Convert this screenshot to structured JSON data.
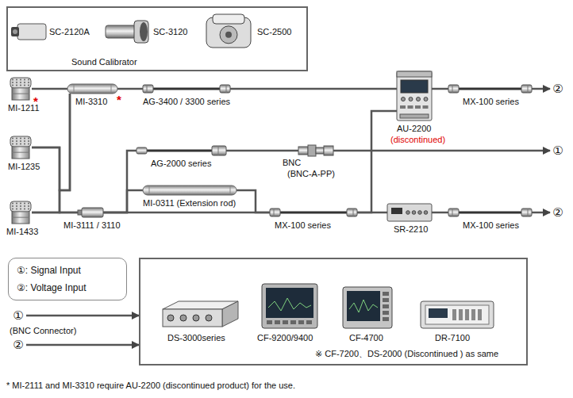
{
  "diagram": {
    "nodes": [
      {
        "text": [
          "Sound Calibrator"
        ]
      },
      {
        "text": [
          "SC-2120A"
        ],
        "in": 0
      },
      {
        "text": [
          "SC-3120"
        ],
        "in": 0
      },
      {
        "text": [
          "SC-2500"
        ],
        "in": 0
      },
      {
        "text": [
          "MI-1211",
          "*"
        ]
      },
      {
        "text": [
          "MI-3310",
          "*"
        ]
      },
      {
        "text": [
          "AG-3400 / 3300 series"
        ]
      },
      {
        "text": [
          "AU-2200",
          "(discontinued)"
        ]
      },
      {
        "text": [
          "MX-100 series"
        ]
      },
      {
        "text": [
          "②"
        ]
      },
      {
        "text": [
          "MI-1235"
        ]
      },
      {
        "text": [
          "AG-2000 series"
        ]
      },
      {
        "text": [
          "BNC",
          "(BNC-A-PP)"
        ]
      },
      {
        "text": [
          "①"
        ]
      },
      {
        "text": [
          "MI-0311 (Extension rod)"
        ]
      },
      {
        "text": [
          "MI-1433"
        ]
      },
      {
        "text": [
          "MI-3111 / 3110"
        ]
      },
      {
        "text": [
          "MX-100 series"
        ]
      },
      {
        "text": [
          "SR-2210"
        ]
      },
      {
        "text": [
          "MX-100 series"
        ]
      },
      {
        "text": [
          "②"
        ]
      },
      {
        "text": [
          "①: Signal Input",
          "②: Voltage Input"
        ]
      },
      {
        "text": [
          "①",
          "(BNC Connector)"
        ]
      },
      {
        "text": [
          "②"
        ]
      },
      {
        "text": [
          "※ CF-7200、DS-2000 (Discontinued ) as same"
        ]
      },
      {
        "text": [
          "DS-3000series"
        ],
        "in": 24
      },
      {
        "text": [
          "CF-9200/9400"
        ],
        "in": 24
      },
      {
        "text": [
          "CF-4700"
        ],
        "in": 24
      },
      {
        "text": [
          "DR-7100"
        ],
        "in": 24
      }
    ],
    "edges": [
      {
        "from": 4,
        "to": 5,
        "arrow": "none"
      },
      {
        "from": 5,
        "to": 6,
        "arrow": "none"
      },
      {
        "from": 6,
        "to": 7,
        "arrow": "none"
      },
      {
        "from": 7,
        "to": 8,
        "arrow": "none"
      },
      {
        "from": 8,
        "to": 9,
        "arrow": "to"
      },
      {
        "from": 10,
        "to": 5,
        "arrow": "none"
      },
      {
        "from": 15,
        "to": 5,
        "arrow": "none"
      },
      {
        "from": 10,
        "to": 16,
        "arrow": "none"
      },
      {
        "from": 15,
        "to": 16,
        "arrow": "none"
      },
      {
        "from": 16,
        "to": 11,
        "arrow": "none"
      },
      {
        "from": 16,
        "to": 14,
        "arrow": "none"
      },
      {
        "from": 16,
        "to": 17,
        "arrow": "none"
      },
      {
        "from": 11,
        "to": 12,
        "arrow": "none"
      },
      {
        "from": 12,
        "to": 13,
        "arrow": "to"
      },
      {
        "from": 14,
        "to": 17,
        "arrow": "none"
      },
      {
        "from": 17,
        "to": 18,
        "arrow": "none"
      },
      {
        "from": 17,
        "to": 7,
        "arrow": "none"
      },
      {
        "from": 18,
        "to": 19,
        "arrow": "none"
      },
      {
        "from": 19,
        "to": 20,
        "arrow": "to"
      },
      {
        "from": 22,
        "to": 24,
        "arrow": "to"
      },
      {
        "from": 23,
        "to": 24,
        "arrow": "to"
      }
    ],
    "labels": [
      "* MI-2111 and MI-3310 require AU-2200 (discontinued product) for the use."
    ]
  }
}
